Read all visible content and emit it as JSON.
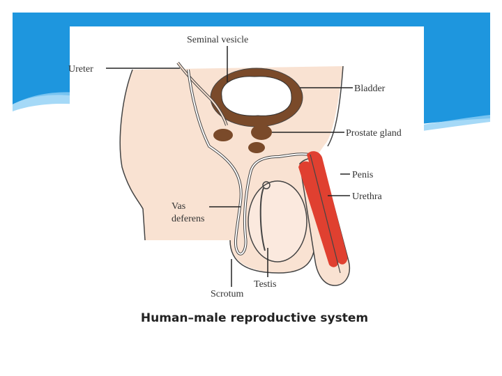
{
  "diagram": {
    "labels": {
      "seminal_vesicle": "Seminal vesicle",
      "ureter": "Ureter",
      "bladder": "Bladder",
      "prostate_gland": "Prostate gland",
      "penis": "Penis",
      "urethra": "Urethra",
      "vas_deferens_line1": "Vas",
      "vas_deferens_line2": "deferens",
      "testis": "Testis",
      "scrotum": "Scrotum"
    },
    "caption": "Human–male reproductive system"
  },
  "colors": {
    "banner": "#1e96de",
    "skin": "#f9e2d2",
    "gland": "#7a4a2a",
    "penis": "#e04030",
    "outline": "#444444"
  }
}
